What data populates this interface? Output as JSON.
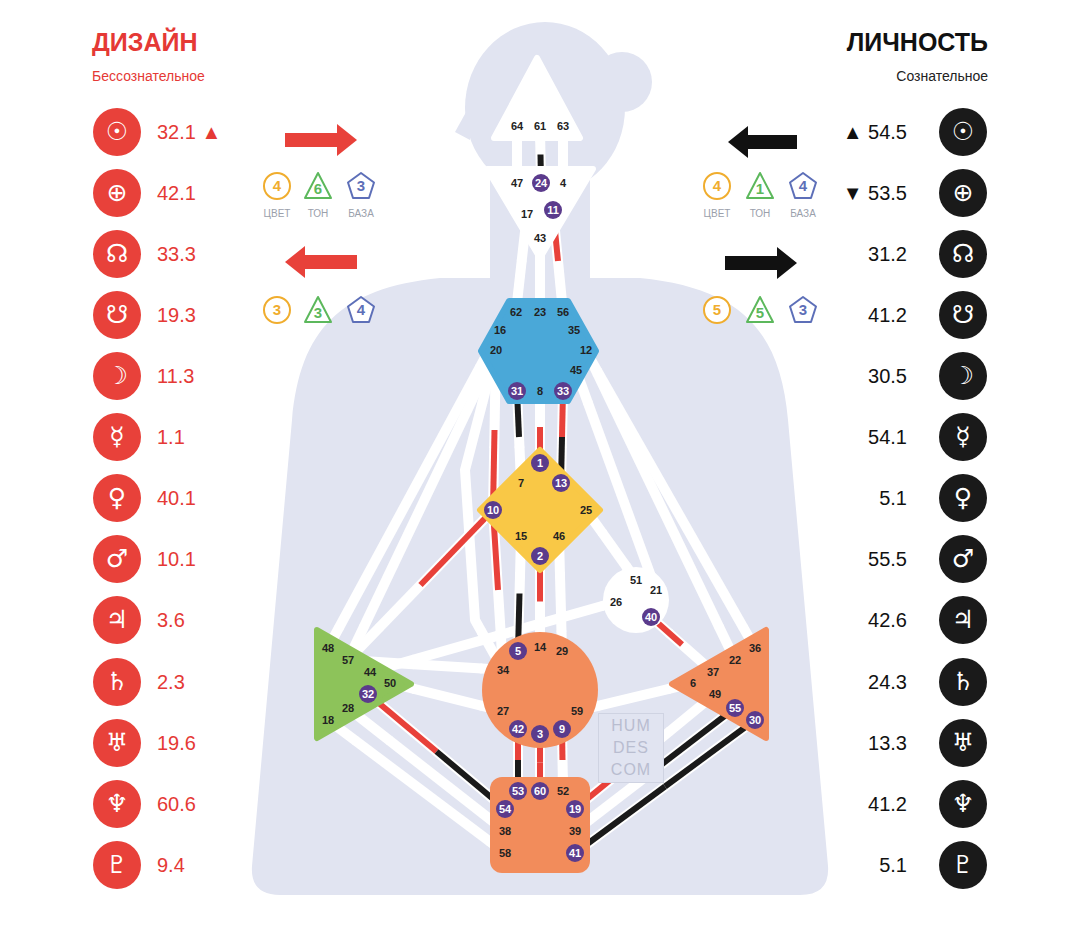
{
  "diagram": {
    "nodes": [
      {
        "text": [
          "☉",
          "32.1 ▲"
        ]
      },
      {
        "text": [
          "⊕",
          "42.1"
        ]
      },
      {
        "text": [
          "☊",
          "33.3"
        ]
      },
      {
        "text": [
          "☋",
          "19.3"
        ]
      },
      {
        "text": [
          "☽",
          "11.3"
        ]
      },
      {
        "text": [
          "☿",
          "1.1"
        ]
      },
      {
        "text": [
          "♀",
          "40.1"
        ]
      },
      {
        "text": [
          "♂",
          "10.1"
        ]
      },
      {
        "text": [
          "♃",
          "3.6"
        ]
      },
      {
        "text": [
          "♄",
          "2.3"
        ]
      },
      {
        "text": [
          "♅",
          "19.6"
        ]
      },
      {
        "text": [
          "♆",
          "60.6"
        ]
      },
      {
        "text": [
          "♇",
          "9.4"
        ]
      },
      {
        "text": [
          "4"
        ]
      },
      {
        "text": [
          "6"
        ]
      },
      {
        "text": [
          "3"
        ]
      },
      {
        "text": [
          "3"
        ]
      },
      {
        "text": [
          "3"
        ]
      },
      {
        "text": [
          "4"
        ]
      },
      {
        "text": [
          "64",
          "61",
          "63"
        ]
      },
      {
        "text": [
          "47",
          "24",
          "4",
          "17",
          "11",
          "43"
        ]
      },
      {
        "text": [
          "62",
          "23",
          "56",
          "16",
          "35",
          "20",
          "12",
          "45",
          "31",
          "8",
          "33"
        ]
      },
      {
        "text": [
          "1",
          "7",
          "13",
          "10",
          "25",
          "15",
          "46",
          "2"
        ]
      },
      {
        "text": [
          "51",
          "21",
          "26",
          "40"
        ]
      },
      {
        "text": [
          "48",
          "57",
          "44",
          "50",
          "32",
          "28",
          "18"
        ]
      },
      {
        "text": [
          "5",
          "14",
          "29",
          "34",
          "27",
          "59",
          "42",
          "3",
          "9"
        ]
      },
      {
        "text": [
          "36",
          "22",
          "37",
          "6",
          "49",
          "55",
          "30"
        ]
      },
      {
        "text": [
          "53",
          "60",
          "52",
          "54",
          "19",
          "38",
          "39",
          "58",
          "41"
        ]
      },
      {
        "text": [
          "4"
        ]
      },
      {
        "text": [
          "1"
        ]
      },
      {
        "text": [
          "4"
        ]
      },
      {
        "text": [
          "5"
        ]
      },
      {
        "text": [
          "5"
        ]
      },
      {
        "text": [
          "3"
        ]
      },
      {
        "text": [
          "☉",
          "▲ 54.5"
        ]
      },
      {
        "text": [
          "⊕",
          "▼ 53.5"
        ]
      },
      {
        "text": [
          "☊",
          "31.2"
        ]
      },
      {
        "text": [
          "☋",
          "41.2"
        ]
      },
      {
        "text": [
          "☽",
          "30.5"
        ]
      },
      {
        "text": [
          "☿",
          "54.1"
        ]
      },
      {
        "text": [
          "♀",
          "5.1"
        ]
      },
      {
        "text": [
          "♂",
          "55.5"
        ]
      },
      {
        "text": [
          "♃",
          "42.6"
        ]
      },
      {
        "text": [
          "♄",
          "24.3"
        ]
      },
      {
        "text": [
          "♅",
          "13.3"
        ]
      },
      {
        "text": [
          "♆",
          "41.2"
        ]
      },
      {
        "text": [
          "♇",
          "5.1"
        ]
      }
    ],
    "edges": [
      {
        "from": 19,
        "to": 20,
        "arrow": "none"
      },
      {
        "from": 19,
        "to": 20,
        "arrow": "none"
      },
      {
        "from": 19,
        "to": 20,
        "arrow": "none"
      },
      {
        "from": 20,
        "to": 21,
        "arrow": "none"
      },
      {
        "from": 20,
        "to": 21,
        "arrow": "none"
      },
      {
        "from": 20,
        "to": 21,
        "arrow": "none"
      },
      {
        "from": 21,
        "to": 22,
        "arrow": "none"
      },
      {
        "from": 21,
        "to": 22,
        "arrow": "none"
      },
      {
        "from": 21,
        "to": 22,
        "arrow": "none"
      },
      {
        "from": 21,
        "to": 22,
        "arrow": "none"
      },
      {
        "from": 21,
        "to": 23,
        "arrow": "none"
      },
      {
        "from": 21,
        "to": 24,
        "arrow": "none"
      },
      {
        "from": 21,
        "to": 24,
        "arrow": "none"
      },
      {
        "from": 21,
        "to": 25,
        "arrow": "none"
      },
      {
        "from": 21,
        "to": 26,
        "arrow": "none"
      },
      {
        "from": 21,
        "to": 26,
        "arrow": "none"
      },
      {
        "from": 22,
        "to": 23,
        "arrow": "none"
      },
      {
        "from": 22,
        "to": 25,
        "arrow": "none"
      },
      {
        "from": 22,
        "to": 25,
        "arrow": "none"
      },
      {
        "from": 22,
        "to": 25,
        "arrow": "none"
      },
      {
        "from": 22,
        "to": 24,
        "arrow": "none"
      },
      {
        "from": 22,
        "to": 25,
        "arrow": "none"
      },
      {
        "from": 23,
        "to": 24,
        "arrow": "none"
      },
      {
        "from": 23,
        "to": 26,
        "arrow": "none"
      },
      {
        "from": 24,
        "to": 25,
        "arrow": "none"
      },
      {
        "from": 24,
        "to": 25,
        "arrow": "none"
      },
      {
        "from": 24,
        "to": 27,
        "arrow": "none"
      },
      {
        "from": 24,
        "to": 27,
        "arrow": "none"
      },
      {
        "from": 24,
        "to": 27,
        "arrow": "none"
      },
      {
        "from": 25,
        "to": 27,
        "arrow": "none"
      },
      {
        "from": 25,
        "to": 27,
        "arrow": "none"
      },
      {
        "from": 25,
        "to": 27,
        "arrow": "none"
      },
      {
        "from": 25,
        "to": 26,
        "arrow": "none"
      },
      {
        "from": 26,
        "to": 27,
        "arrow": "none"
      },
      {
        "from": 26,
        "to": 27,
        "arrow": "none"
      },
      {
        "from": 26,
        "to": 27,
        "arrow": "none"
      }
    ],
    "labels": [
      "ДИЗАЙН",
      "Бессознательное",
      "ЛИЧНОСТЬ",
      "Сознательное",
      "ЦВЕТ",
      "ТОН",
      "БАЗА",
      "ЦВЕТ",
      "ТОН",
      "БАЗА",
      "HUM DES COM"
    ]
  }
}
